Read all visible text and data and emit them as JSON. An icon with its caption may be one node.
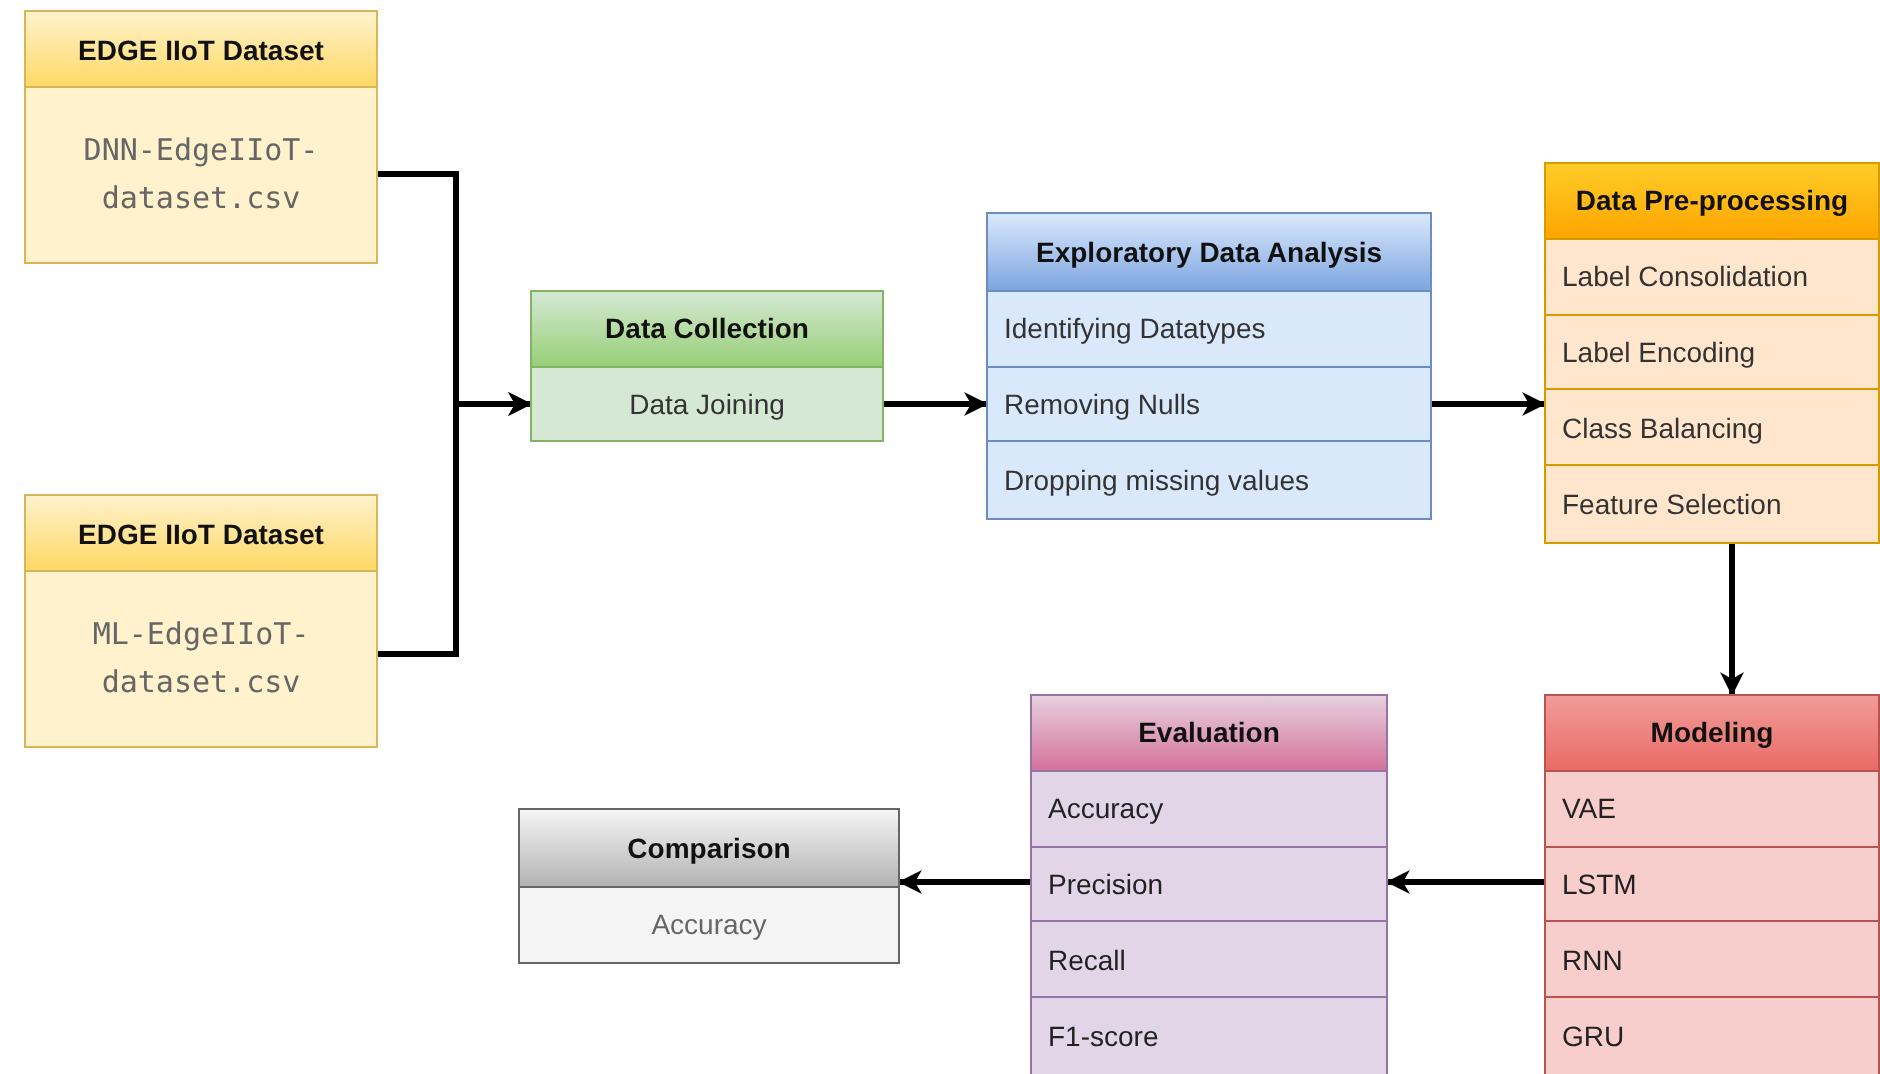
{
  "diagram": {
    "nodes": [
      {
        "text": [
          "EDGE IIoT Dataset",
          "DNN-EdgeIIoT-dataset.csv"
        ]
      },
      {
        "text": [
          "EDGE IIoT Dataset",
          "ML-EdgeIIoT-dataset.csv"
        ]
      },
      {
        "text": [
          "Data Collection",
          "Data Joining"
        ]
      },
      {
        "text": [
          "Exploratory Data Analysis",
          "Identifying Datatypes",
          "Removing Nulls",
          "Dropping missing values"
        ]
      },
      {
        "text": [
          "Data Pre-processing",
          "Label Consolidation",
          "Label Encoding",
          "Class Balancing",
          "Feature Selection"
        ]
      },
      {
        "text": [
          "Modeling",
          "VAE",
          "LSTM",
          "RNN",
          "GRU"
        ]
      },
      {
        "text": [
          "Evaluation",
          "Accuracy",
          "Precision",
          "Recall",
          "F1-score"
        ]
      },
      {
        "text": [
          "Comparison",
          "Accuracy"
        ]
      }
    ],
    "edges": [
      {
        "from": 0,
        "to": 2,
        "arrow": "to"
      },
      {
        "from": 1,
        "to": 2,
        "arrow": "to"
      },
      {
        "from": 2,
        "to": 3,
        "arrow": "to"
      },
      {
        "from": 3,
        "to": 4,
        "arrow": "to"
      },
      {
        "from": 4,
        "to": 5,
        "arrow": "to"
      },
      {
        "from": 5,
        "to": 6,
        "arrow": "to"
      },
      {
        "from": 6,
        "to": 7,
        "arrow": "to"
      }
    ]
  }
}
